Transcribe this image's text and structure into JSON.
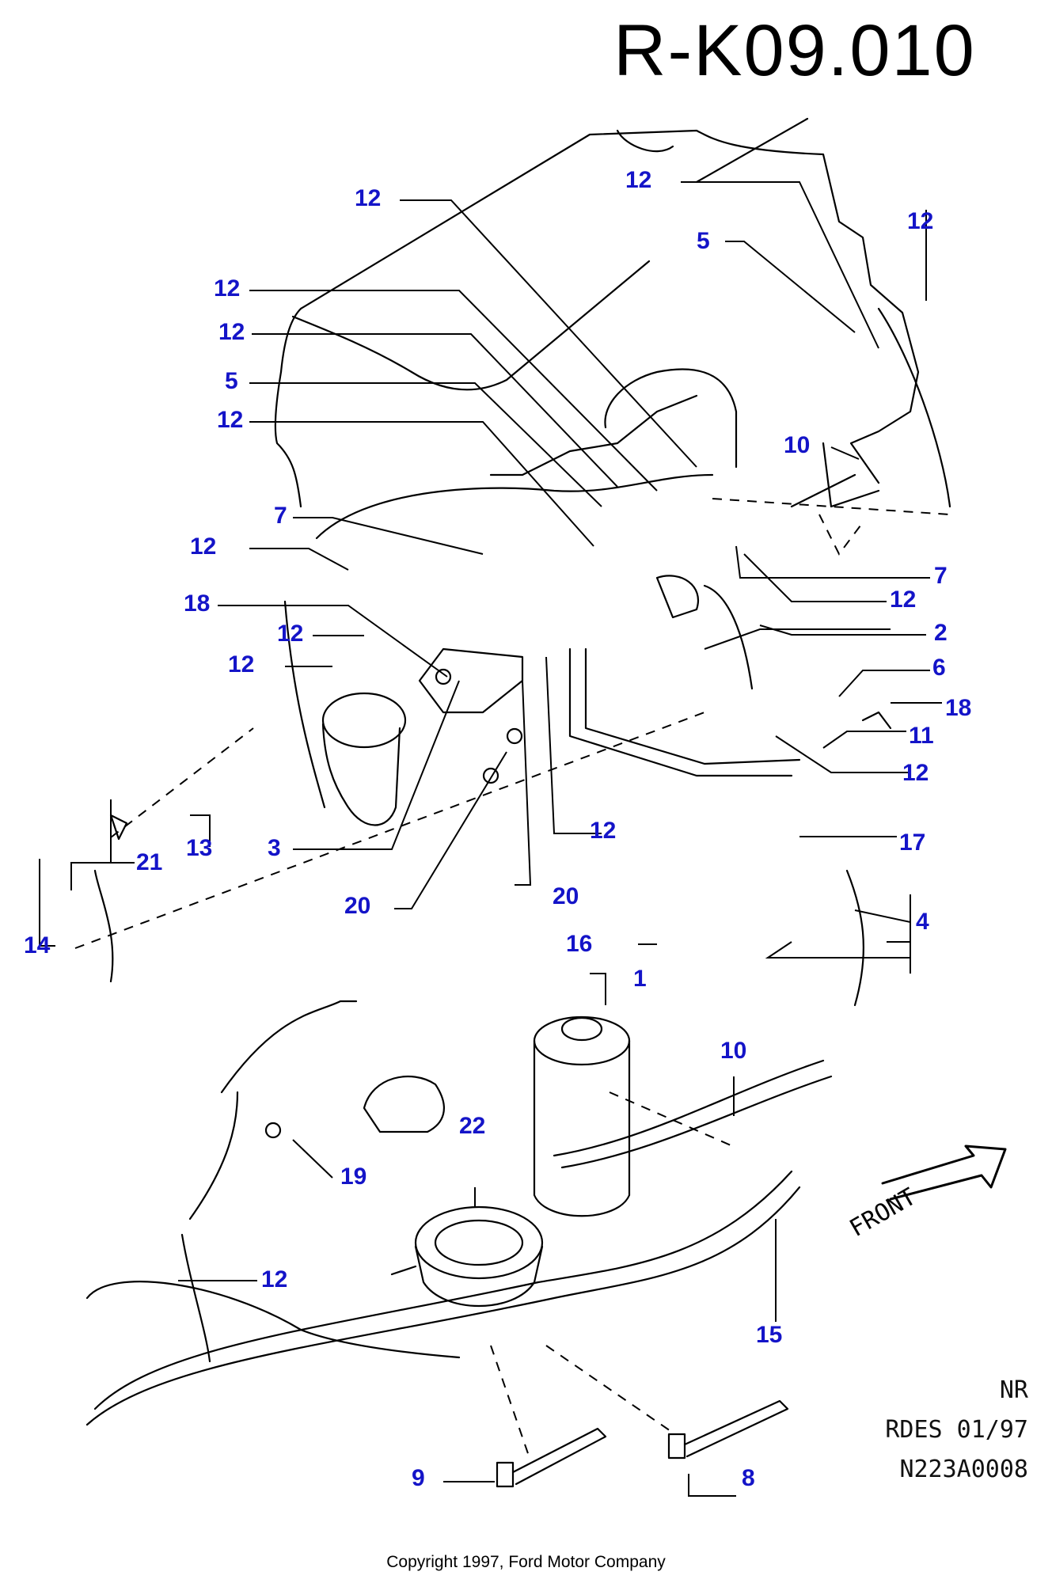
{
  "diagram": {
    "title": "R-K09.010",
    "orientation_label": "FRONT",
    "meta": {
      "status": "NR",
      "revision": "RDES 01/97",
      "drawing_number": "N223A0008"
    },
    "copyright": "Copyright 1997, Ford Motor Company",
    "label_color": "#1414c8",
    "callouts": [
      {
        "id": "c01",
        "text": "12"
      },
      {
        "id": "c02",
        "text": "12"
      },
      {
        "id": "c03",
        "text": "5"
      },
      {
        "id": "c04",
        "text": "12"
      },
      {
        "id": "c05",
        "text": "12"
      },
      {
        "id": "c06",
        "text": "12"
      },
      {
        "id": "c07",
        "text": "5"
      },
      {
        "id": "c08",
        "text": "12"
      },
      {
        "id": "c09",
        "text": "10"
      },
      {
        "id": "c10",
        "text": "7"
      },
      {
        "id": "c11",
        "text": "12"
      },
      {
        "id": "c12",
        "text": "7"
      },
      {
        "id": "c13",
        "text": "18"
      },
      {
        "id": "c14",
        "text": "12"
      },
      {
        "id": "c15",
        "text": "12"
      },
      {
        "id": "c16",
        "text": "12"
      },
      {
        "id": "c17",
        "text": "2"
      },
      {
        "id": "c18",
        "text": "6"
      },
      {
        "id": "c19",
        "text": "18"
      },
      {
        "id": "c20",
        "text": "11"
      },
      {
        "id": "c21",
        "text": "12"
      },
      {
        "id": "c22",
        "text": "12"
      },
      {
        "id": "c23",
        "text": "17"
      },
      {
        "id": "c24",
        "text": "21"
      },
      {
        "id": "c25",
        "text": "13"
      },
      {
        "id": "c26",
        "text": "3"
      },
      {
        "id": "c27",
        "text": "20"
      },
      {
        "id": "c28",
        "text": "20"
      },
      {
        "id": "c29",
        "text": "4"
      },
      {
        "id": "c30",
        "text": "14"
      },
      {
        "id": "c31",
        "text": "16"
      },
      {
        "id": "c32",
        "text": "1"
      },
      {
        "id": "c33",
        "text": "10"
      },
      {
        "id": "c34",
        "text": "22"
      },
      {
        "id": "c35",
        "text": "19"
      },
      {
        "id": "c36",
        "text": "12"
      },
      {
        "id": "c37",
        "text": "15"
      },
      {
        "id": "c38",
        "text": "9"
      },
      {
        "id": "c39",
        "text": "8"
      }
    ]
  }
}
